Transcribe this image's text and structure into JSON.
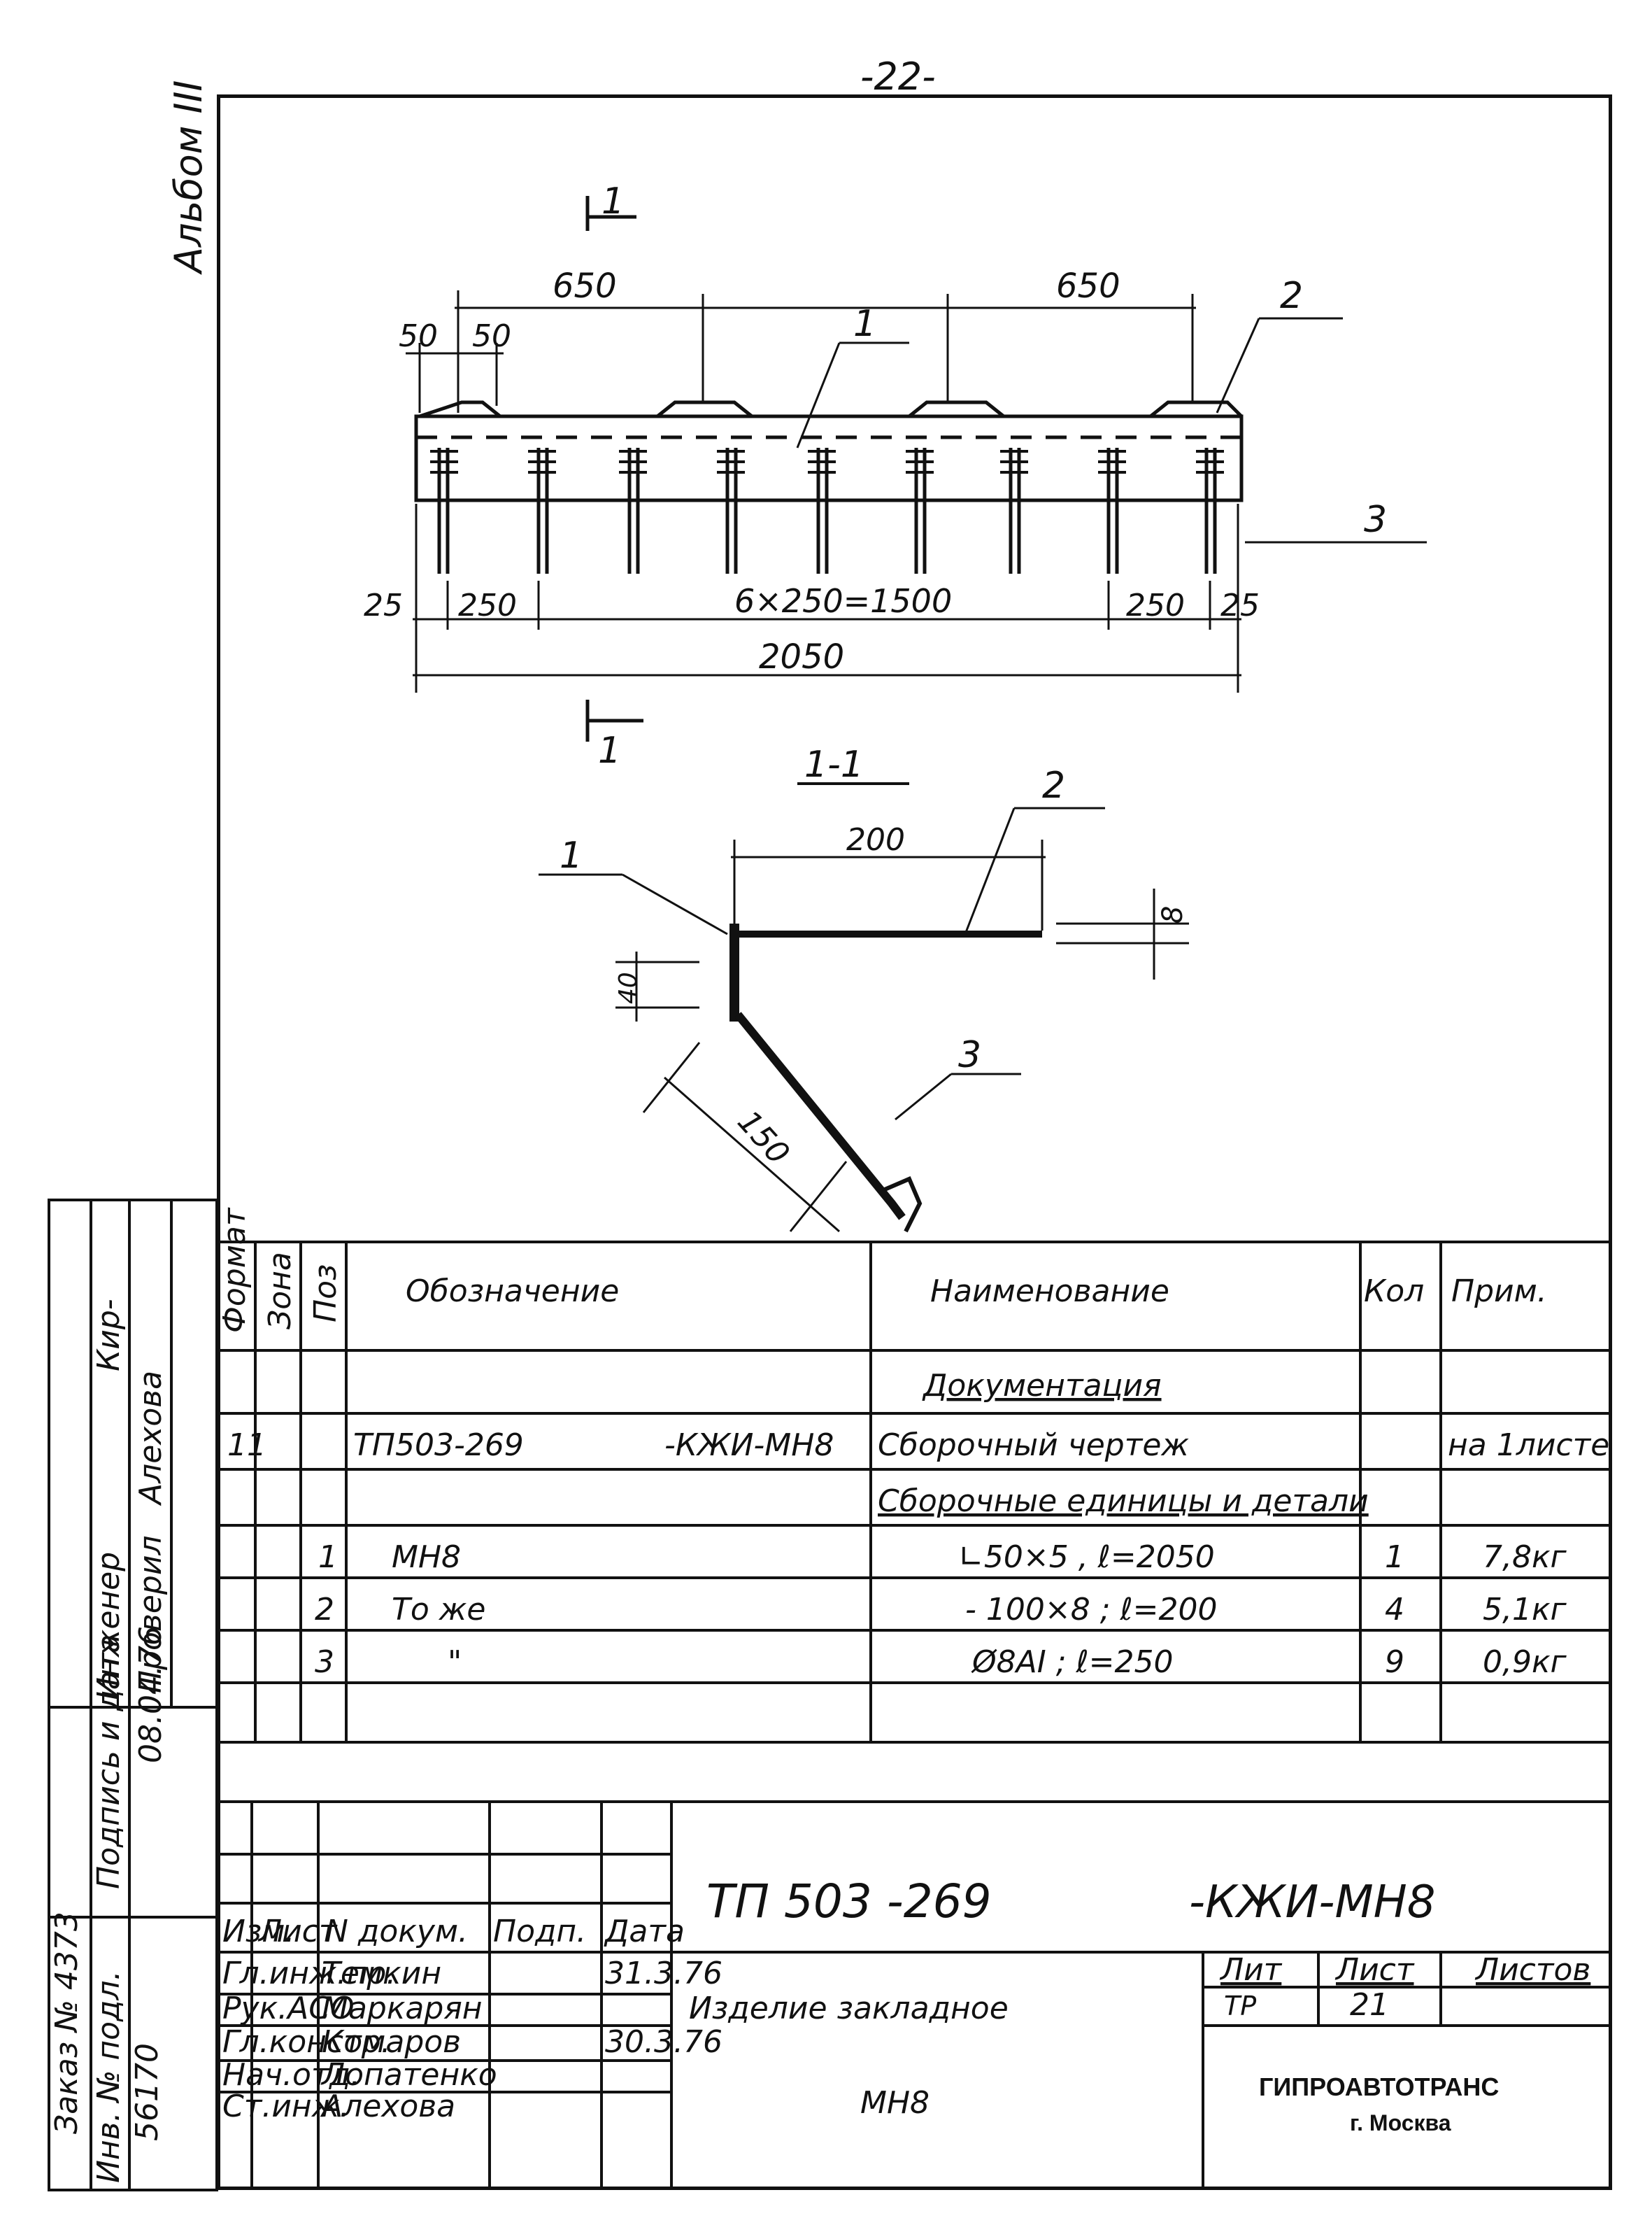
{
  "page_number": "-22-",
  "album_label": "Альбом III",
  "drawing": {
    "section_mark": "1",
    "dims_top": [
      "650",
      "650"
    ],
    "dims_small": [
      "50",
      "50"
    ],
    "dims_bottom": [
      "25",
      "250",
      "6×250=1500",
      "250",
      "25"
    ],
    "dim_total": "2050",
    "callouts": [
      "1",
      "2",
      "3"
    ],
    "section_title": "1-1",
    "section_dims": [
      "200",
      "8",
      "40",
      "150"
    ]
  },
  "spec": {
    "headers": {
      "format": "Формат",
      "zone": "Зона",
      "pos": "Поз",
      "designation": "Обозначение",
      "name": "Наименование",
      "qty": "Кол",
      "note": "Прим."
    },
    "docs_title": "Документация",
    "rows": [
      {
        "format": "11",
        "designation": "ТП503-269",
        "designation_suffix": "-КЖИ-МН8",
        "name": "Сборочный чертеж",
        "note": "на 1листе"
      },
      {
        "name": "Сборочные единицы и детали"
      },
      {
        "pos": "1",
        "designation": "МН8",
        "name": "∟50×5 , ℓ=2050",
        "qty": "1",
        "note": "7,8кг"
      },
      {
        "pos": "2",
        "designation": "То же",
        "name": "- 100×8 ; ℓ=200",
        "qty": "4",
        "note": "5,1кг"
      },
      {
        "pos": "3",
        "designation": "\"",
        "name": "Ø8АI ; ℓ=250",
        "qty": "9",
        "note": "0,9кг"
      }
    ]
  },
  "title_block": {
    "code": "ТП 503 -269",
    "code_suffix": "-КЖИ-МН8",
    "headers": [
      "Изм.",
      "Лист",
      "N докум.",
      "Подп.",
      "Дата"
    ],
    "signers": [
      {
        "role": "Гл.инж.пр.",
        "name": "Темкин",
        "date": "31.3.76"
      },
      {
        "role": "Рук.АСО",
        "name": "Маркарян"
      },
      {
        "role": "Гл.констр.",
        "name": "Комаров",
        "date": "30.3.76"
      },
      {
        "role": "Нач.отд.",
        "name": "Лопатенко"
      },
      {
        "role": "Ст.инж.",
        "name": "Алехова"
      }
    ],
    "item_title": "Изделие закладное",
    "item_code": "МН8",
    "lit_label": "Лит",
    "sheet_label": "Лист",
    "sheets_label": "Листов",
    "lit_value": "ТР",
    "sheet_value": "21",
    "org": "ГИПРОАВТОТРАНС",
    "city": "г. Москва"
  },
  "side_stamp": {
    "order": "Заказ № 4373",
    "sign_date_label": "Подпись и дата",
    "date": "08.04.76",
    "inv_label": "Инв. № подл.",
    "inv": "56170",
    "engineer_label": "Инженер",
    "engineer": "Кир-",
    "checked_label": "Проверил",
    "checked": "Алехова"
  }
}
